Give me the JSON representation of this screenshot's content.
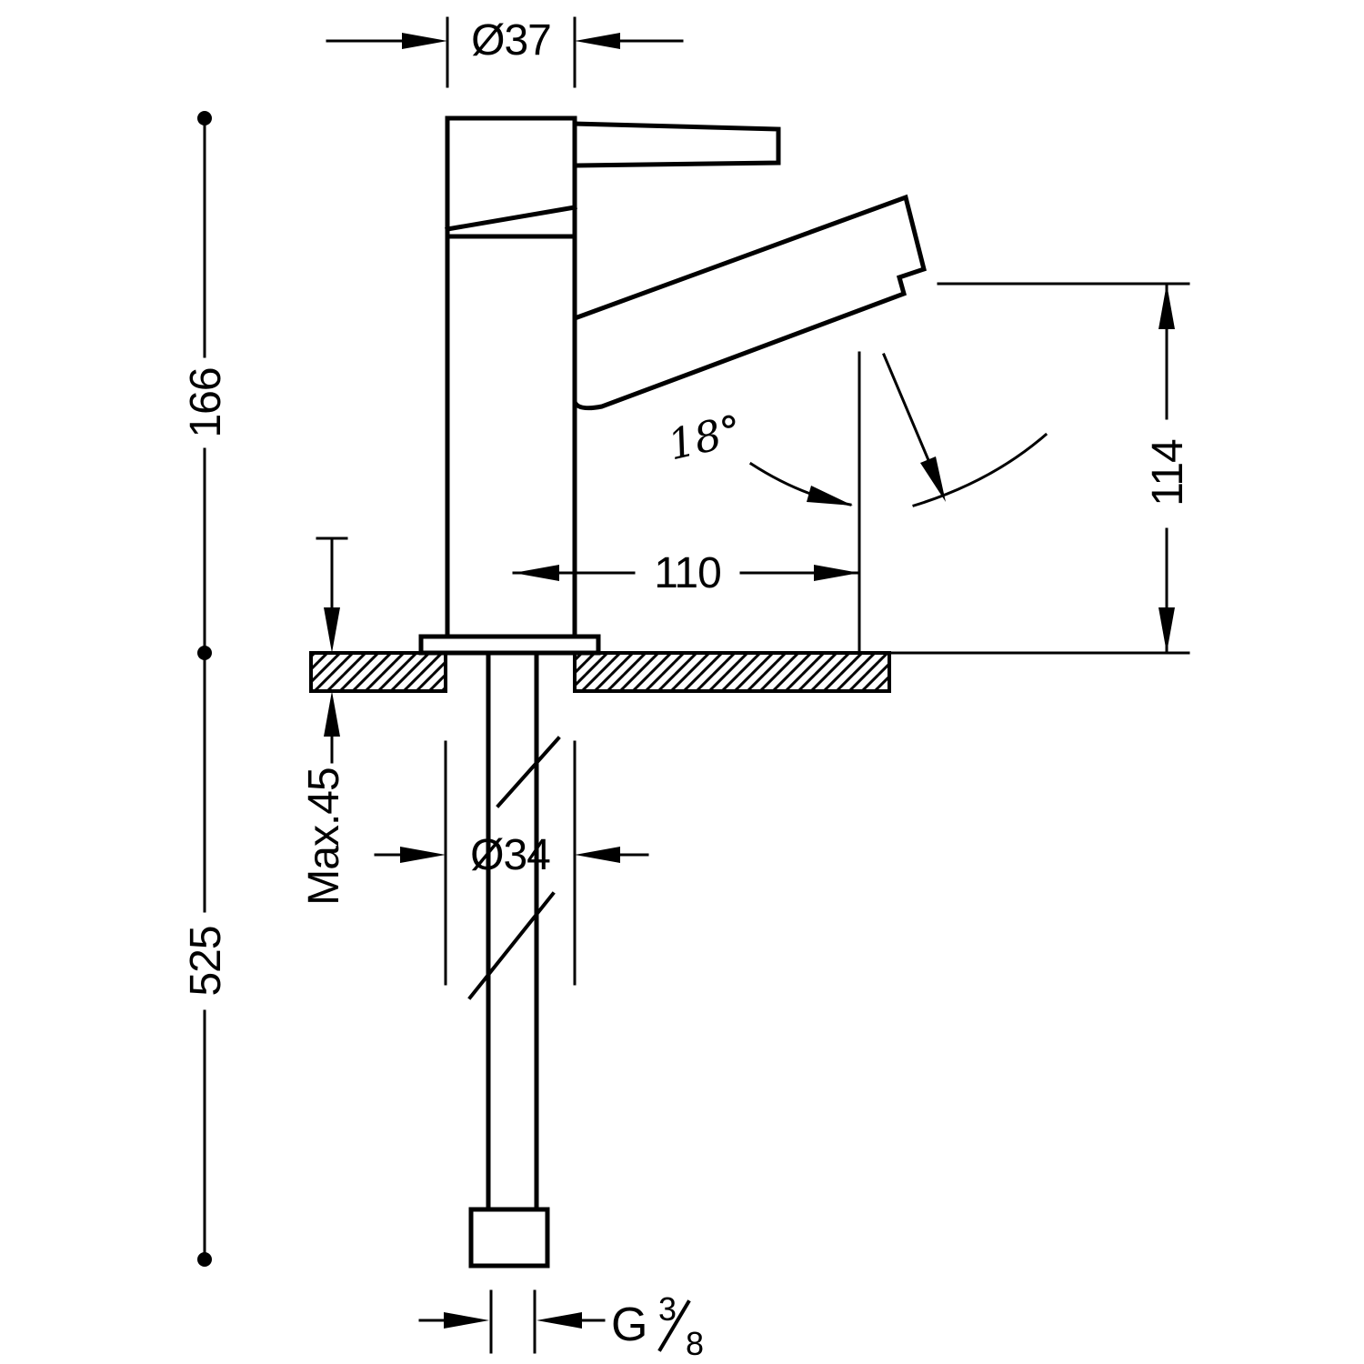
{
  "drawing": {
    "background_color": "#ffffff",
    "line_color": "#000000"
  },
  "dimensions": {
    "top_diameter": "Ø37",
    "height_to_deck": "166",
    "total_height": "525",
    "outlet_height": "114",
    "spout_reach": "110",
    "stream_angle": "18°",
    "max_deck_thickness": "Max.45",
    "hole_diameter": "Ø34",
    "thread": {
      "prefix": "G",
      "numerator": "3",
      "denominator": "8"
    }
  }
}
